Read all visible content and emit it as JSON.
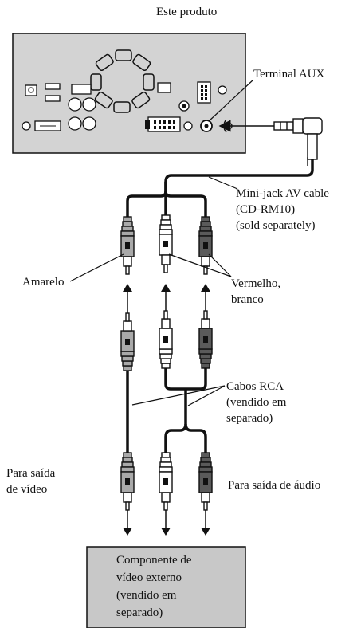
{
  "labels": {
    "product": "Este produto",
    "aux_terminal": "Terminal AUX",
    "cable_line1": "Mini-jack AV cable",
    "cable_line2": "(CD-RM10)",
    "cable_line3": "(sold separately)",
    "yellow": "Amarelo",
    "red_white_line1": "Vermelho,",
    "red_white_line2": "branco",
    "rca_line1": "Cabos RCA",
    "rca_line2": "(vendido em",
    "rca_line3": "separado)",
    "video_out_line1": "Para saída",
    "video_out_line2": "de vídeo",
    "audio_out": "Para saída de áudio",
    "component_line1": "Componente de",
    "component_line2": "vídeo externo",
    "component_line3": "(vendido em",
    "component_line4": "separado)"
  },
  "colors": {
    "device_fill": "#d3d3d3",
    "component_fill": "#c8c8c8",
    "yellow_plug": "#a9a9a9",
    "white_plug": "#ffffff",
    "red_plug": "#5a5a5a",
    "line": "#111111"
  }
}
